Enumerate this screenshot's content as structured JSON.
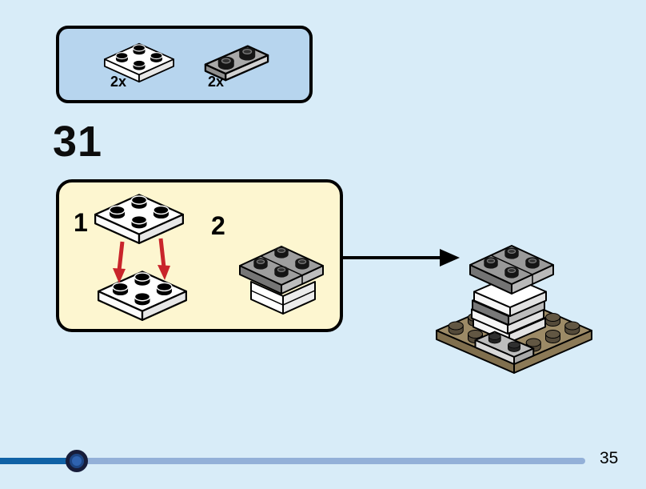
{
  "page": {
    "number": "35",
    "background_color": "#d8ecf8"
  },
  "parts_panel": {
    "panel_fill": "#b7d5ee",
    "parts": [
      {
        "id": "white-2x2-plate",
        "count_label": "2x",
        "color": "#ffffff"
      },
      {
        "id": "gray-1x2-plate-hollow-studs",
        "count_label": "2x",
        "color": "#a9a9a9"
      }
    ]
  },
  "step": {
    "number": "31",
    "panel_fill": "#fdf6d0",
    "red_arrow_color": "#c9252b",
    "substeps": [
      {
        "label": "1"
      },
      {
        "label": "2"
      }
    ]
  },
  "assembly": {
    "next_arrow_color": "#000000",
    "base_plate_color": "#9c8a66",
    "stack_gray_color": "#9a9a9a",
    "stack_white_color": "#ffffff",
    "front_plate_color": "#bdbdbd"
  },
  "progress": {
    "done_color": "#1062a6",
    "remaining_color": "#93b0d8",
    "knob_outer_color": "#171d3a",
    "knob_inner_color": "#2f63b0"
  },
  "icons": {
    "next_arrow": "black-right-arrow",
    "placement_arrows": "red-down-arrows",
    "parts": [
      "white-2x2-plate",
      "gray-1x2-plate"
    ]
  }
}
